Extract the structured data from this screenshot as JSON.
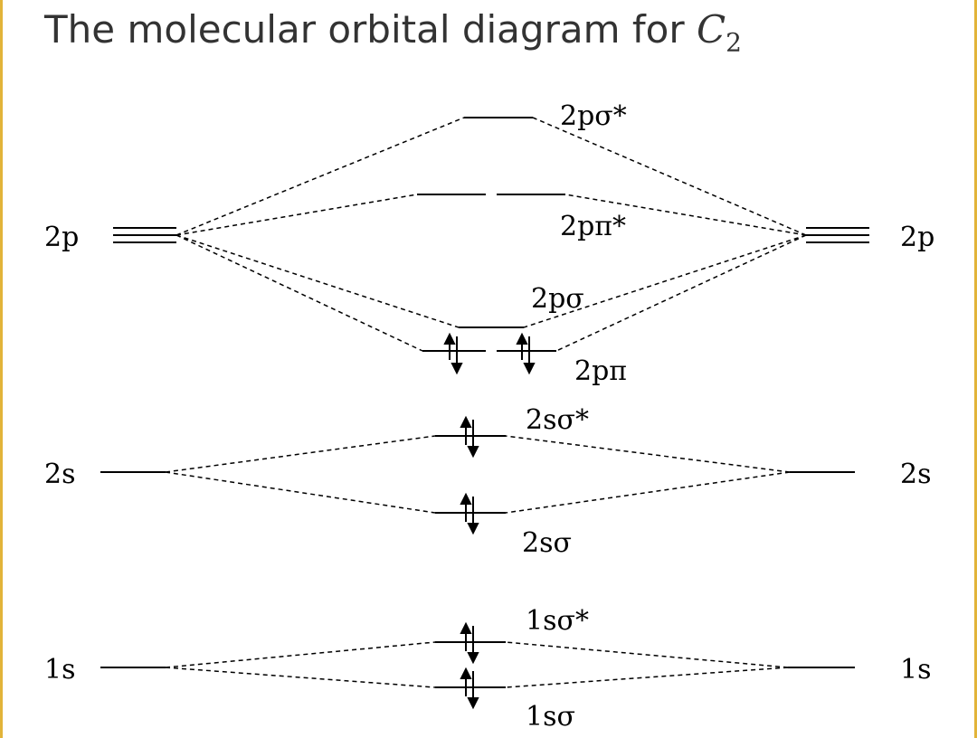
{
  "title": {
    "text": "The molecular orbital diagram for ",
    "molecule_symbol": "C",
    "molecule_subscript": "2"
  },
  "atomic_orbitals": {
    "left": [
      "2p",
      "2s",
      "1s"
    ],
    "right": [
      "2p",
      "2s",
      "1s"
    ]
  },
  "molecular_orbitals": [
    {
      "label": "2pσ*",
      "electrons": 0,
      "degenerate": 1
    },
    {
      "label": "2pπ*",
      "electrons": 0,
      "degenerate": 2
    },
    {
      "label": "2pσ",
      "electrons": 0,
      "degenerate": 1
    },
    {
      "label": "2pπ",
      "electrons": 4,
      "degenerate": 2
    },
    {
      "label": "2sσ*",
      "electrons": 2,
      "degenerate": 1
    },
    {
      "label": "2sσ",
      "electrons": 2,
      "degenerate": 1
    },
    {
      "label": "1sσ*",
      "electrons": 2,
      "degenerate": 1
    },
    {
      "label": "1sσ",
      "electrons": 2,
      "degenerate": 1
    }
  ],
  "colors": {
    "border": "#e2b43a",
    "title": "#333333",
    "lines": "#000000"
  }
}
